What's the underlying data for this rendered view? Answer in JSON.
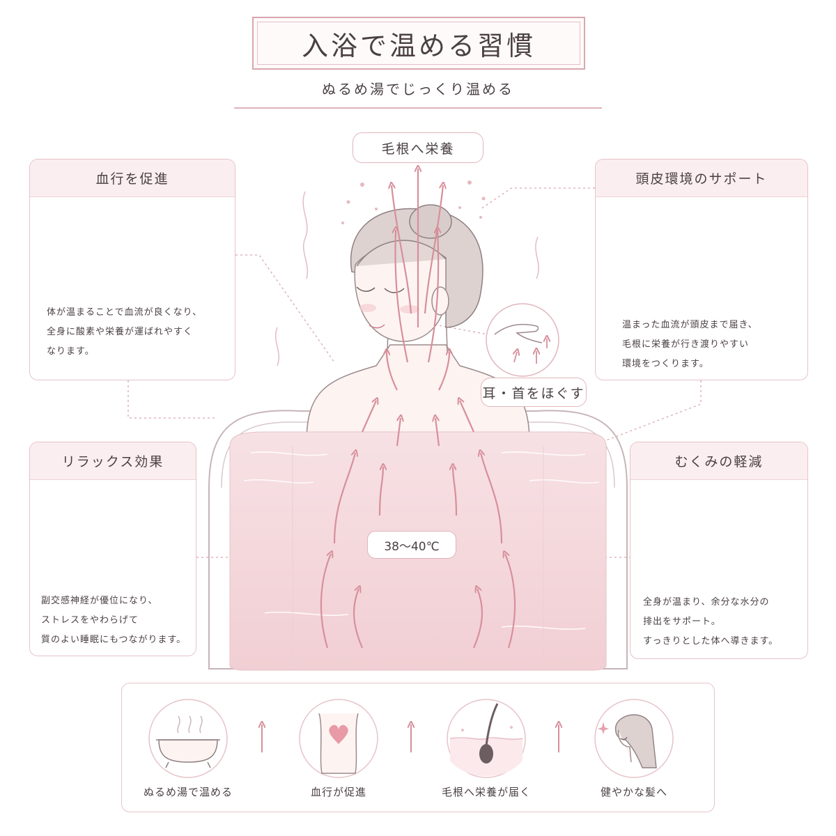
{
  "header": {
    "title": "入浴で温める習慣",
    "subtitle": "ぬるめ湯でじっくり温める"
  },
  "center": {
    "top_label": "毛根へ栄養",
    "neck_label": "耳・首をほぐす",
    "temperature": "38〜40℃"
  },
  "cards": {
    "blood_flow": {
      "title": "血行を促進",
      "lines": [
        "体が温まることで血流が良くなり、",
        "全身に酸素や栄養が運ばれやすく",
        "なります。"
      ]
    },
    "scalp": {
      "title": "頭皮環境のサポート",
      "lines": [
        "温まった血流が頭皮まで届き、",
        "毛根に栄養が行き渡りやすい",
        "環境をつくります。"
      ]
    },
    "relax": {
      "title": "リラックス効果",
      "lines": [
        "副交感神経が優位になり、",
        "ストレスをやわらげて",
        "質のよい睡眠にもつながります。"
      ]
    },
    "swelling": {
      "title": "むくみの軽減",
      "lines": [
        "全身が温まり、余分な水分の",
        "排出をサポート。",
        "すっきりとした体へ導きます。"
      ]
    }
  },
  "flow": {
    "steps": [
      {
        "label": "ぬるめ湯で温める",
        "icon": "bathtub-icon"
      },
      {
        "label": "血行が促進",
        "icon": "heart-body-icon"
      },
      {
        "label": "毛根へ栄養が届く",
        "icon": "hair-follicle-icon"
      },
      {
        "label": "健やかな髪へ",
        "icon": "healthy-hair-icon"
      }
    ]
  },
  "colors": {
    "accent": "#d78f9b",
    "accent_light": "#fbeef0",
    "border": "#e6c3c8",
    "text": "#4a4043",
    "water": "#f6dde1"
  }
}
